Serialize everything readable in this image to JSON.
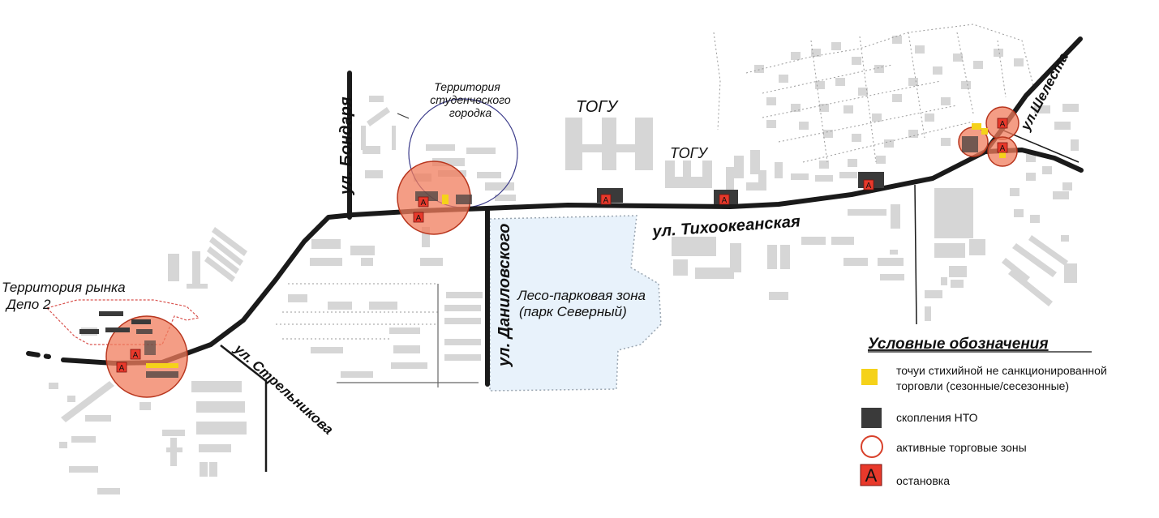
{
  "streets": {
    "tikhookeanskaya": "ул. Тихоокеанская",
    "bondarya": "ул. Бондаря",
    "danilovskogo": "ул. Даниловского",
    "strelnikova": "ул. Стрельникова",
    "shelesta": "ул.Шелеста"
  },
  "places": {
    "market_line1": "Территория рынка",
    "market_line2": "Депо 2",
    "campus_line1": "Территория",
    "campus_line2": "студенческого",
    "campus_line3": "городка",
    "togu_1": "ТОГУ",
    "togu_2": "ТОГУ",
    "park_line1": "Лесо-парковая зона",
    "park_line2": "(парк Северный)"
  },
  "stop_letter": "А",
  "legend": {
    "title": "Условные обозначения",
    "items": [
      {
        "label_line1": "точуи стихийной не санкционированной",
        "label_line2": "торговли (сезонные/сесезонные)",
        "color": "#f5d21a"
      },
      {
        "label_line1": "скопления НТО",
        "label_line2": "",
        "color": "#3a3a3a"
      },
      {
        "label_line1": "активные торговые зоны",
        "label_line2": "",
        "color": "#d8402a"
      },
      {
        "label_line1": "остановка",
        "label_line2": "",
        "color": "#e8392b"
      }
    ]
  },
  "colors": {
    "road": "#1a1a1a",
    "building": "#d6d6d6",
    "park": "#e8f2fb",
    "active_zone": "#f07c5c",
    "nto": "#3a3a3a",
    "spontaneous_trade": "#f5d21a",
    "stop": "#e8392b",
    "campus_outline": "#3b3b8a"
  }
}
